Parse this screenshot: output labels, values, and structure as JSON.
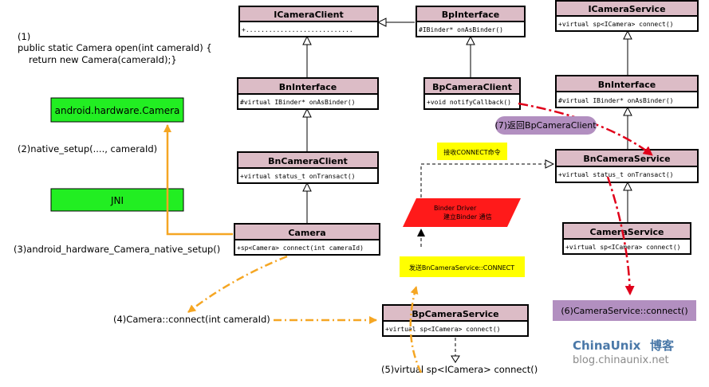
{
  "classes": {
    "icamera_client": {
      "name": "ICameraClient",
      "method": "+............................"
    },
    "bp_interface": {
      "name": "BpInterface",
      "method": "#IBinder*     onAsBinder()"
    },
    "bn_interface_left": {
      "name": "BnInterface",
      "method": "#virtual IBinder*     onAsBinder()"
    },
    "bp_camera_client": {
      "name": "BpCameraClient",
      "method": "+void notifyCallback()"
    },
    "bn_camera_client": {
      "name": "BnCameraClient",
      "method": "+virtual status_t      onTransact()"
    },
    "camera": {
      "name": "Camera",
      "method": "+sp<Camera>   connect(int cameraId)"
    },
    "icamera_service": {
      "name": "ICameraService",
      "method": "+virtual sp<ICamera>      connect()"
    },
    "bn_interface_right": {
      "name": "BnInterface",
      "method": "#virtual IBinder*     onAsBinder()"
    },
    "bn_camera_service": {
      "name": "BnCameraService",
      "method": "+virtual status_t      onTransact()"
    },
    "camera_service": {
      "name": "CameraService",
      "method": "+virtual sp<ICamera> connect()"
    },
    "bp_camera_service": {
      "name": "BpCameraService",
      "method": "+virtual sp<ICamera>        connect()"
    }
  },
  "steps": {
    "s1_num": "(1)",
    "s1_line1": "public static Camera open(int cameraId)  {",
    "s1_line2": "return new Camera(cameraId);}",
    "s2": "(2)native_setup(...., cameraId)",
    "s3": "(3)android_hardware_Camera_native_setup()",
    "s4": "(4)Camera::connect(int cameraId)",
    "s5": "(5)virtual sp<ICamera> connect()",
    "s6": "(6)CameraService::connect()",
    "s7": "(7)返回BpCameraClient"
  },
  "boxes": {
    "android_camera": "android.hardware.Camera",
    "jni": "JNI",
    "recv_connect": "接收CONNECT命令",
    "send_connect": "发送BnCameraService::CONNECT",
    "binder_line1": "Binder Driver",
    "binder_line2": "建立Binder 通信"
  },
  "watermark": {
    "line1": "ChinaUnix",
    "line1_cn": "博客",
    "line2": "blog.chinaunix.net"
  },
  "colors": {
    "class_header": "#dcbcc6",
    "green": "#22ee22",
    "yellow": "#ffff00",
    "binder_red": "#ff1a1a",
    "purple": "#b28fc0",
    "orange": "#f5a623",
    "red_arrow": "#e0001a"
  }
}
